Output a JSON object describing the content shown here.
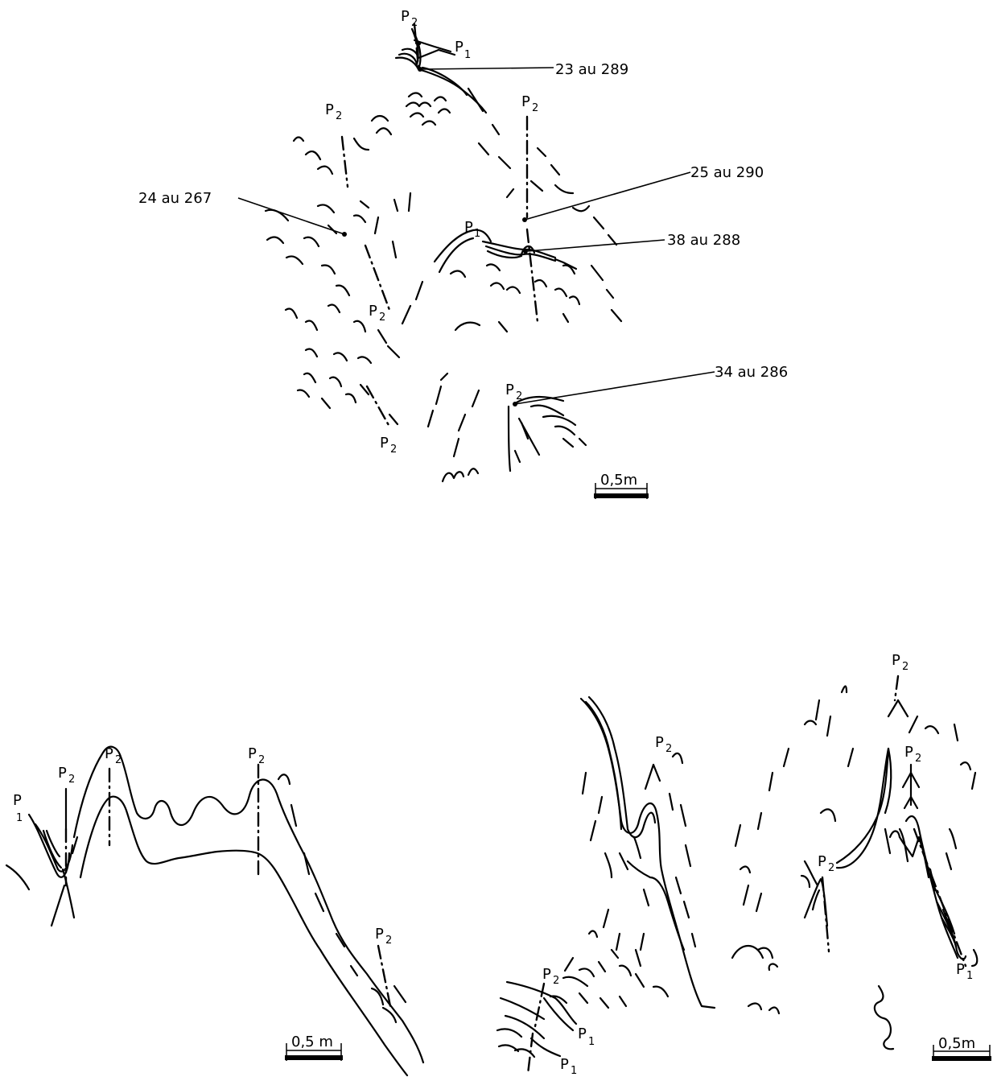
{
  "annotations": {
    "a1": "23 au 289",
    "a2": "25 au 290",
    "a3": "24 au 267",
    "a4": "38 au 288",
    "a5": "34 au 286"
  },
  "fold_labels": {
    "P": "P",
    "one": "1",
    "two": "2"
  },
  "scale_label_top": "0,5m",
  "scale_label_bl": "0,5 m",
  "scale_label_br": "0,5m"
}
